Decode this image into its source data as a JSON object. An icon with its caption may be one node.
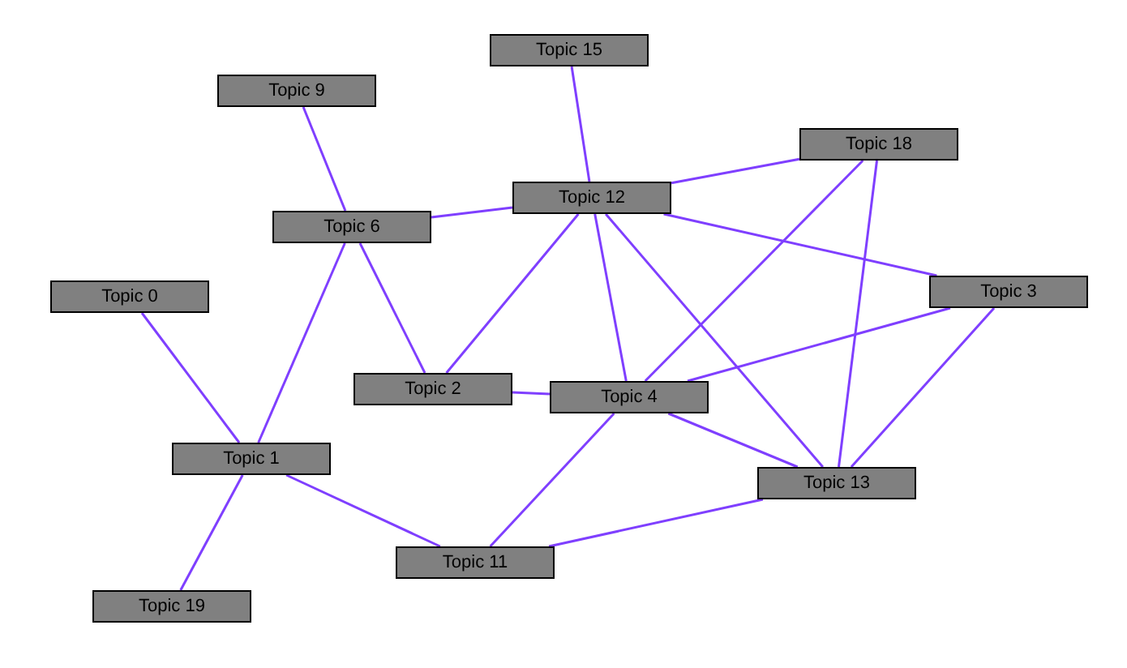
{
  "diagram": {
    "nodes": [
      {
        "text": [
          "Topic 15"
        ]
      },
      {
        "text": [
          "Topic 9"
        ]
      },
      {
        "text": [
          "Topic 18"
        ]
      },
      {
        "text": [
          "Topic 12"
        ]
      },
      {
        "text": [
          "Topic 6"
        ]
      },
      {
        "text": [
          "Topic 3"
        ]
      },
      {
        "text": [
          "Topic 0"
        ]
      },
      {
        "text": [
          "Topic 2"
        ]
      },
      {
        "text": [
          "Topic 4"
        ]
      },
      {
        "text": [
          "Topic 1"
        ]
      },
      {
        "text": [
          "Topic 13"
        ]
      },
      {
        "text": [
          "Topic 11"
        ]
      },
      {
        "text": [
          "Topic 19"
        ]
      }
    ],
    "edges": [
      {
        "from": 6,
        "to": 9,
        "arrow": "none"
      },
      {
        "from": 9,
        "to": 4,
        "arrow": "none"
      },
      {
        "from": 9,
        "to": 12,
        "arrow": "none"
      },
      {
        "from": 9,
        "to": 11,
        "arrow": "none"
      },
      {
        "from": 1,
        "to": 4,
        "arrow": "none"
      },
      {
        "from": 4,
        "to": 3,
        "arrow": "none"
      },
      {
        "from": 4,
        "to": 7,
        "arrow": "none"
      },
      {
        "from": 7,
        "to": 3,
        "arrow": "none"
      },
      {
        "from": 7,
        "to": 8,
        "arrow": "none"
      },
      {
        "from": 3,
        "to": 0,
        "arrow": "none"
      },
      {
        "from": 3,
        "to": 2,
        "arrow": "none"
      },
      {
        "from": 3,
        "to": 5,
        "arrow": "none"
      },
      {
        "from": 3,
        "to": 8,
        "arrow": "none"
      },
      {
        "from": 3,
        "to": 10,
        "arrow": "none"
      },
      {
        "from": 2,
        "to": 8,
        "arrow": "none"
      },
      {
        "from": 2,
        "to": 10,
        "arrow": "none"
      },
      {
        "from": 5,
        "to": 8,
        "arrow": "none"
      },
      {
        "from": 5,
        "to": 10,
        "arrow": "none"
      },
      {
        "from": 8,
        "to": 10,
        "arrow": "none"
      },
      {
        "from": 8,
        "to": 11,
        "arrow": "none"
      },
      {
        "from": 11,
        "to": 10,
        "arrow": "none"
      }
    ]
  }
}
